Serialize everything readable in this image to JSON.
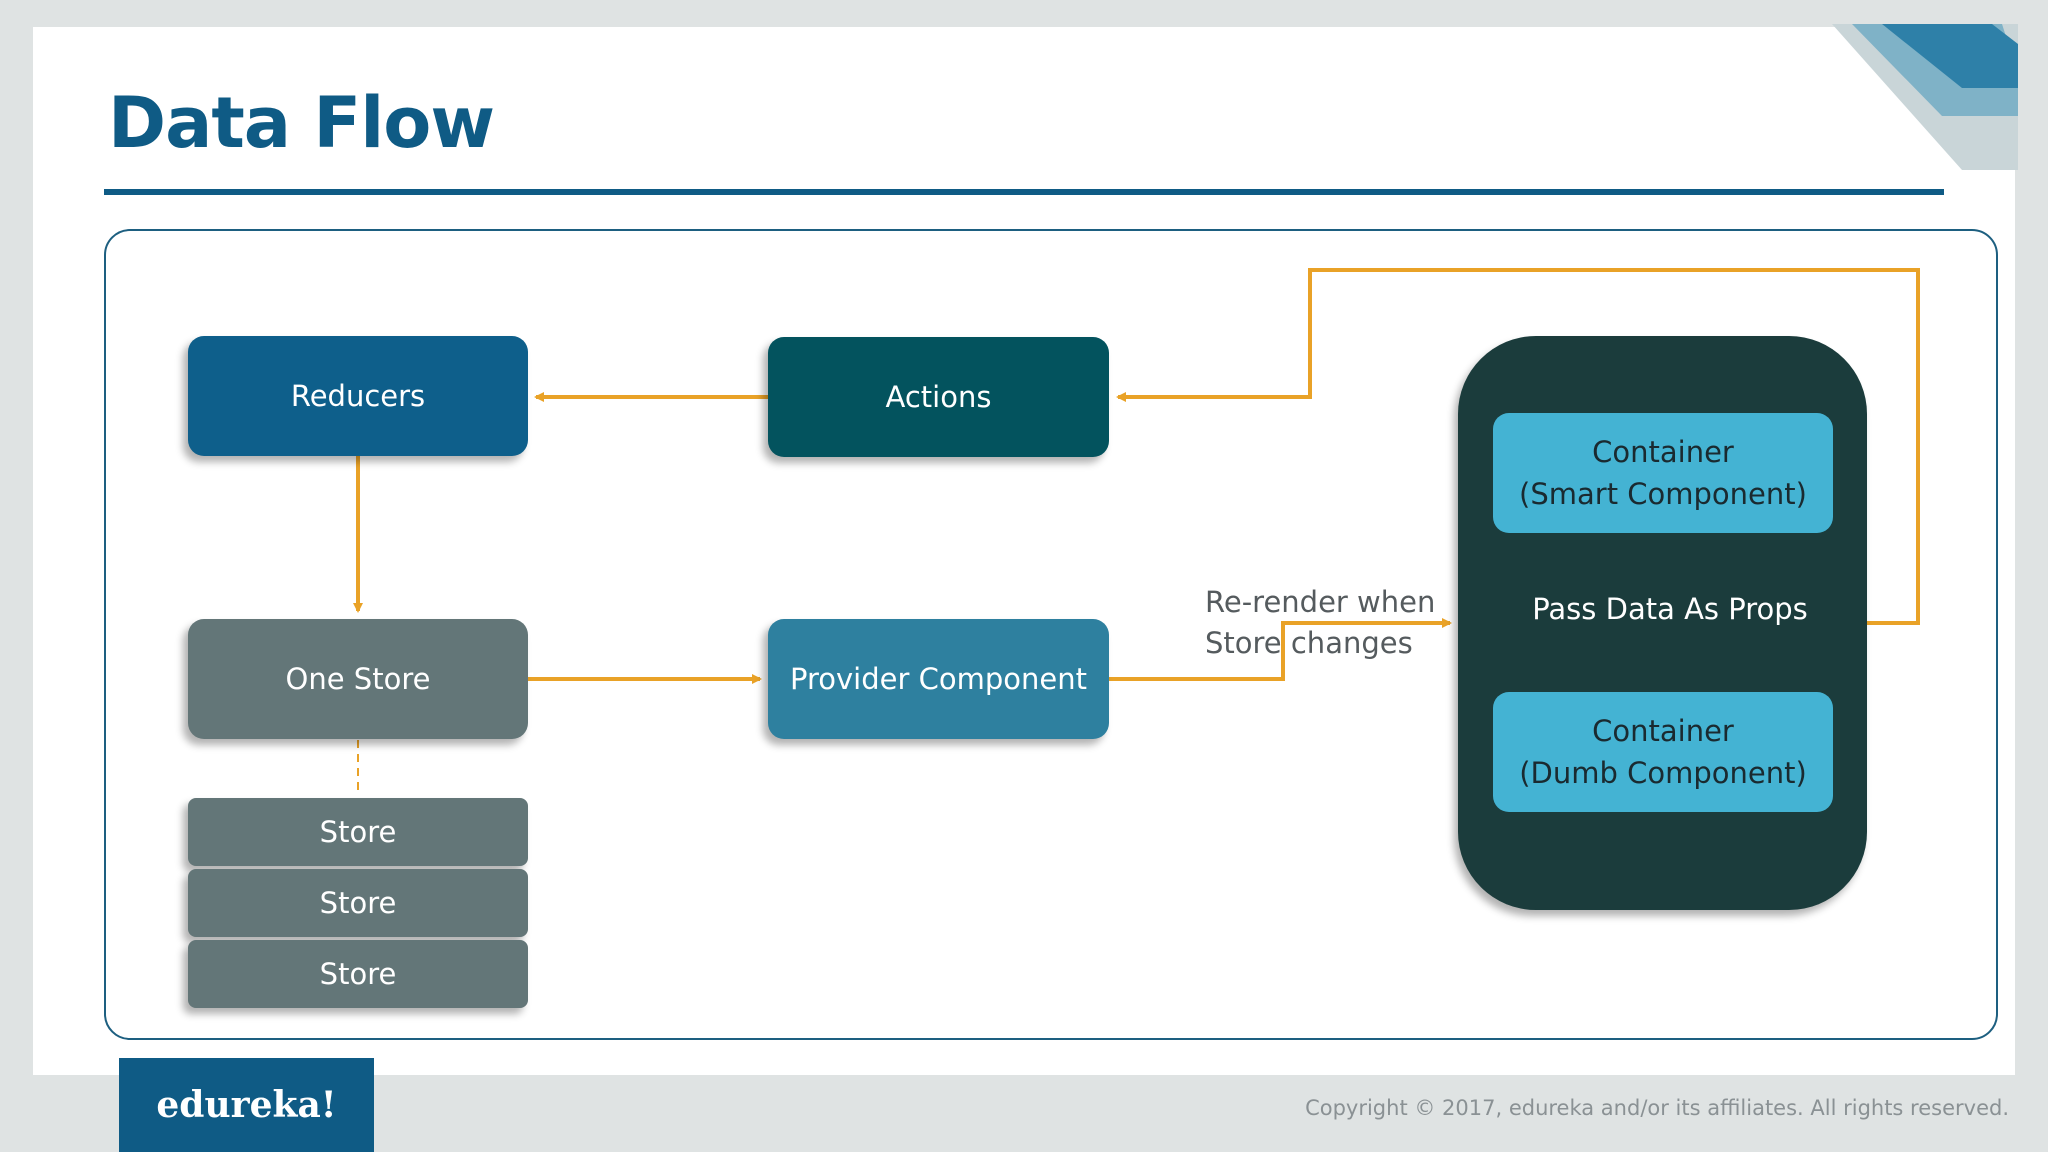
{
  "slide": {
    "title": "Data Flow",
    "copyright": "Copyright © 2017, edureka and/or its affiliates. All rights reserved.",
    "logo_text": "edureka!"
  },
  "diagram": {
    "reducers": "Reducers",
    "actions": "Actions",
    "one_store": "One Store",
    "provider": "Provider Component",
    "stores": [
      "Store",
      "Store",
      "Store"
    ],
    "rerender_line1": "Re-render when",
    "rerender_line2": "Store changes",
    "smart_line1": "Container",
    "smart_line2": "(Smart Component)",
    "pass_props": "Pass Data As Props",
    "dumb_line1": "Container",
    "dumb_line2": "(Dumb Component)"
  },
  "colors": {
    "title_blue": "#0f5b85",
    "arrow_orange": "#e9a227",
    "panel_dark": "#1b3c3c",
    "container_cyan": "#44b3d3"
  }
}
